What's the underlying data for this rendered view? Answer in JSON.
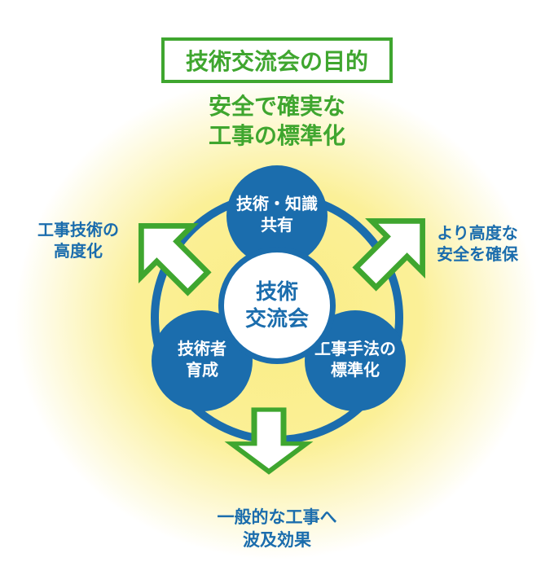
{
  "title": "技術交流会の目的",
  "subtitle": {
    "line1": "安全で確実な",
    "line2": "工事の標準化"
  },
  "center_node": {
    "line1": "技術",
    "line2": "交流会"
  },
  "nodes": {
    "top": {
      "line1": "技術・知識",
      "line2": "共有"
    },
    "bottom_left": {
      "line1": "技術者",
      "line2": "育成"
    },
    "bottom_right": {
      "line1": "工事手法の",
      "line2": "標準化"
    }
  },
  "outcomes": {
    "left": {
      "line1": "工事技術の",
      "line2": "高度化"
    },
    "right": {
      "line1": "より高度な",
      "line2": "安全を確保"
    },
    "bottom": {
      "line1": "一般的な工事へ",
      "line2": "波及効果"
    }
  },
  "icons": {
    "up_left_arrow": "arrow-up-left-icon",
    "up_right_arrow": "arrow-up-right-icon",
    "down_arrow": "arrow-down-icon"
  },
  "colors": {
    "green": "#3fa62f",
    "blue": "#1b6dad",
    "glow": "#f8e87d",
    "white": "#ffffff"
  }
}
